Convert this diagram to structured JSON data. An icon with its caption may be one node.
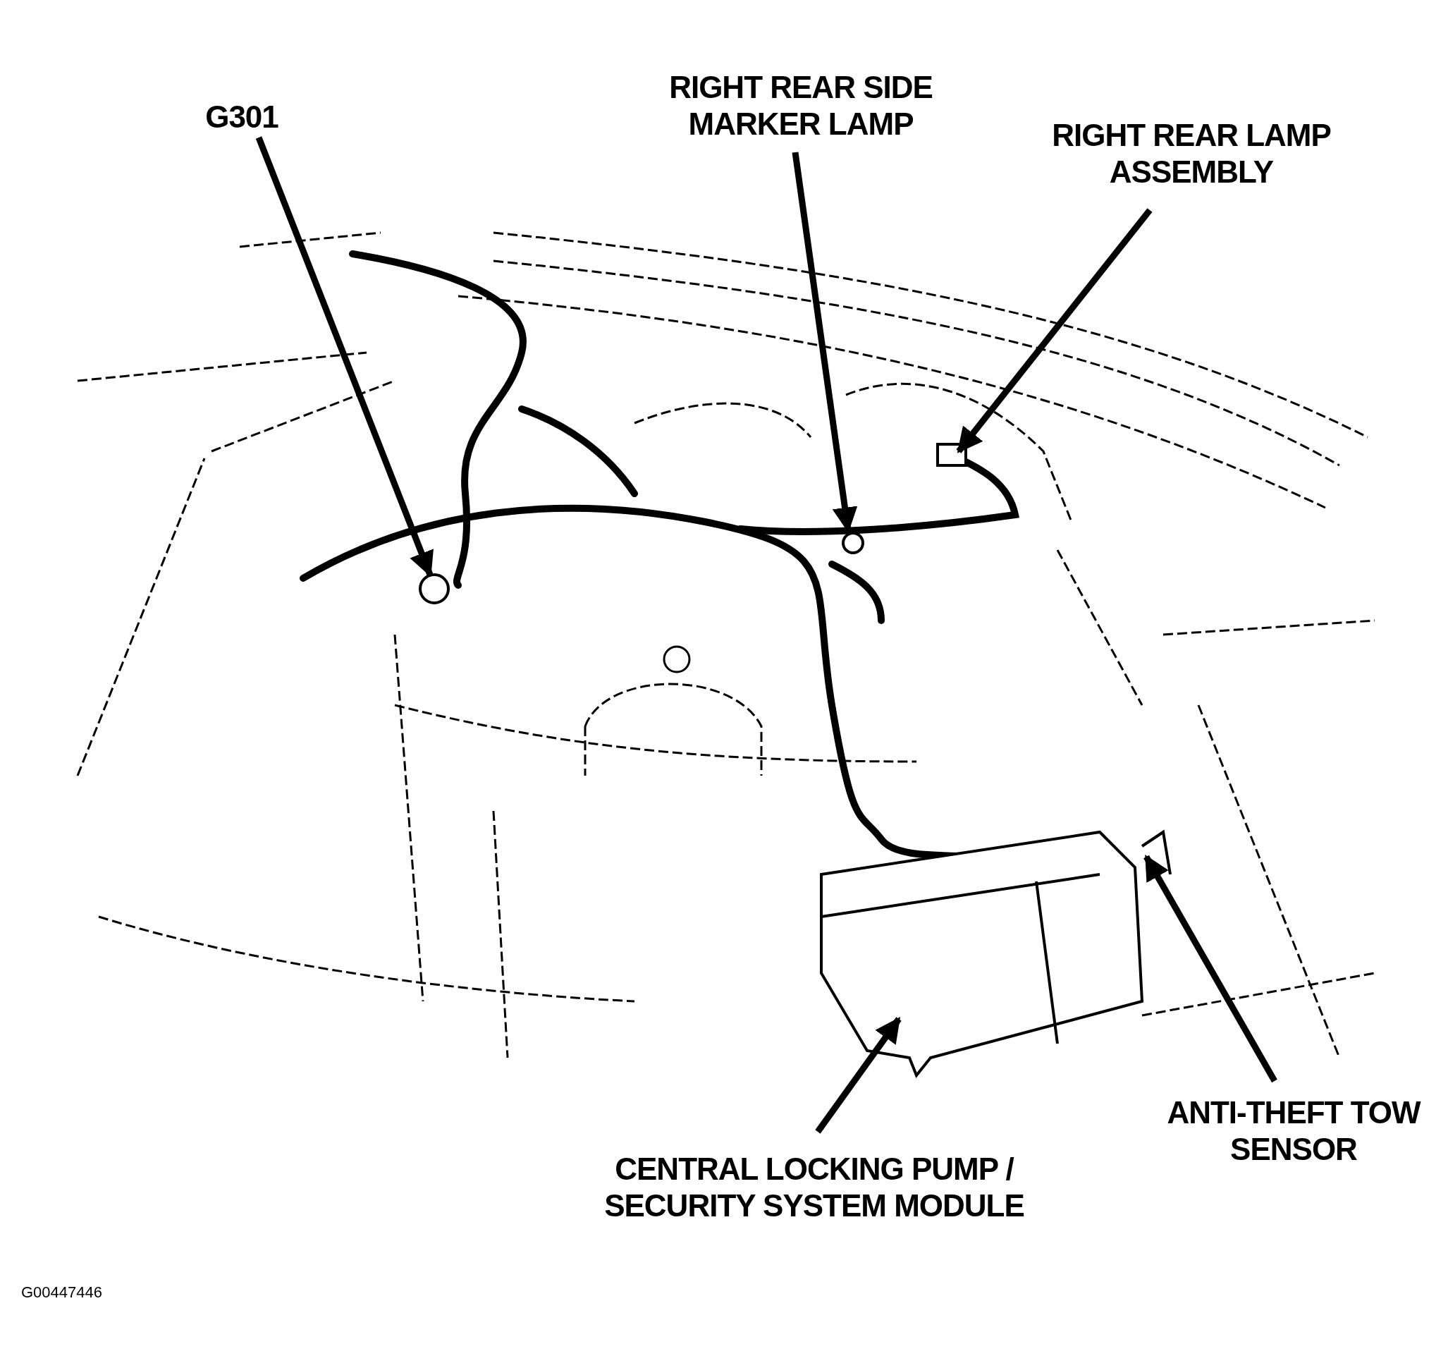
{
  "diagram": {
    "nodes": [
      {
        "text": [
          "G301"
        ]
      },
      {
        "text": [
          "RIGHT REAR SIDE MARKER LAMP"
        ]
      },
      {
        "text": [
          "RIGHT REAR LAMP ASSEMBLY"
        ]
      },
      {
        "text": [
          "CENTRAL LOCKING PUMP / SECURITY SYSTEM MODULE"
        ]
      },
      {
        "text": [
          "ANTI-THEFT TOW SENSOR"
        ]
      }
    ],
    "edges": [
      {
        "from": 0,
        "to": null,
        "arrow": "to"
      },
      {
        "from": 1,
        "to": null,
        "arrow": "to"
      },
      {
        "from": 2,
        "to": null,
        "arrow": "to"
      },
      {
        "from": 3,
        "to": null,
        "arrow": "to"
      },
      {
        "from": 4,
        "to": null,
        "arrow": "to"
      }
    ],
    "labels": [
      "G00447446"
    ]
  }
}
